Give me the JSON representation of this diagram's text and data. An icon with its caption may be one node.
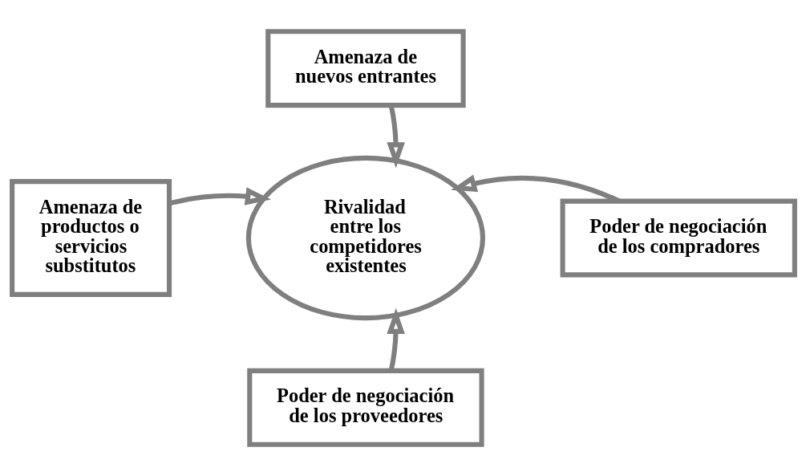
{
  "diagram": {
    "nodes": [
      {
        "text": [
          "Amenaza de nuevos entrantes"
        ]
      },
      {
        "text": [
          "Amenaza de productos o servicios substitutos"
        ]
      },
      {
        "text": [
          "Rivalidad entre los competidores existentes"
        ]
      },
      {
        "text": [
          "Poder de negociación de los compradores"
        ]
      },
      {
        "text": [
          "Poder de negociación de los proveedores"
        ]
      }
    ],
    "edges": [
      {
        "from": 0,
        "to": 2,
        "arrow": "to"
      },
      {
        "from": 1,
        "to": 2,
        "arrow": "to"
      },
      {
        "from": 3,
        "to": 2,
        "arrow": "to"
      },
      {
        "from": 4,
        "to": 2,
        "arrow": "to"
      }
    ]
  }
}
